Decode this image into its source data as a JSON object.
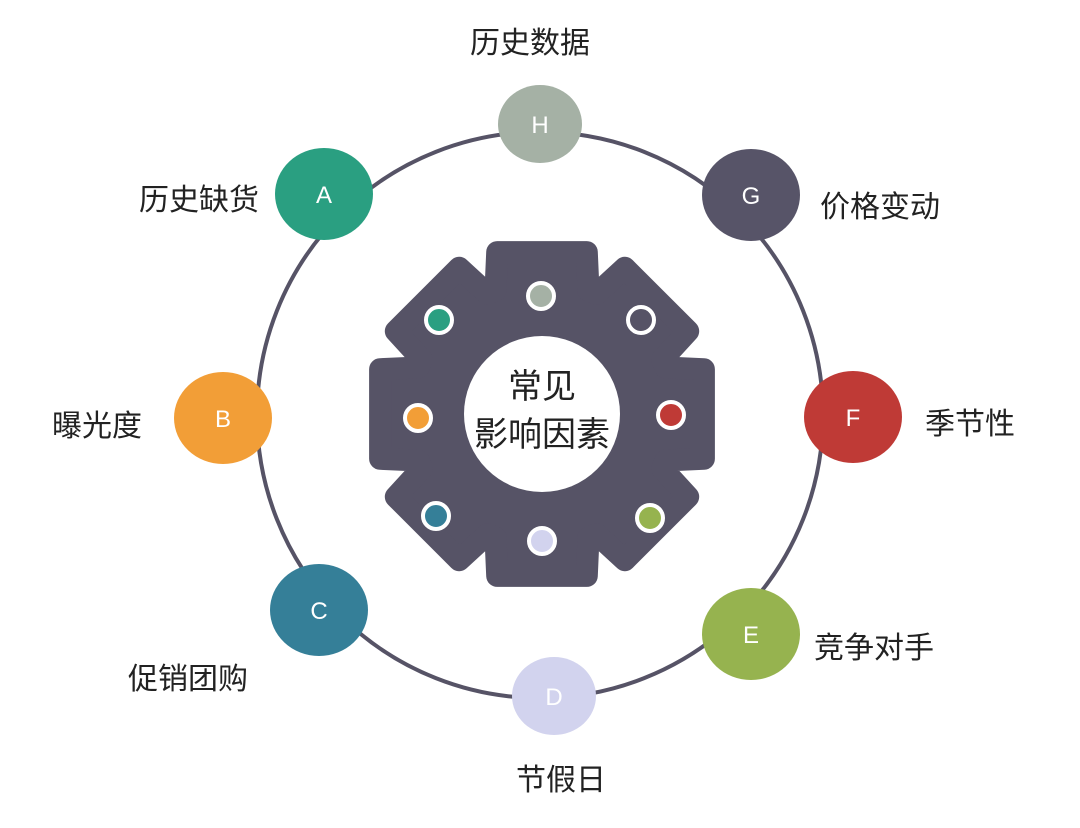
{
  "center": {
    "line1": "常见",
    "line2": "影响因素",
    "gear_color": "#565366"
  },
  "ring_color": "#565366",
  "factors": [
    {
      "letter": "H",
      "label": "历史数据",
      "color": "#a5b1a5"
    },
    {
      "letter": "A",
      "label": "历史缺货",
      "color": "#2a9f81"
    },
    {
      "letter": "G",
      "label": "价格变动",
      "color": "#575468"
    },
    {
      "letter": "B",
      "label": "曝光度",
      "color": "#f29e37"
    },
    {
      "letter": "F",
      "label": "季节性",
      "color": "#bf3a36"
    },
    {
      "letter": "C",
      "label": "促销团购",
      "color": "#357f98"
    },
    {
      "letter": "E",
      "label": "竞争对手",
      "color": "#96b34f"
    },
    {
      "letter": "D",
      "label": "节假日",
      "color": "#d2d3ee"
    }
  ]
}
